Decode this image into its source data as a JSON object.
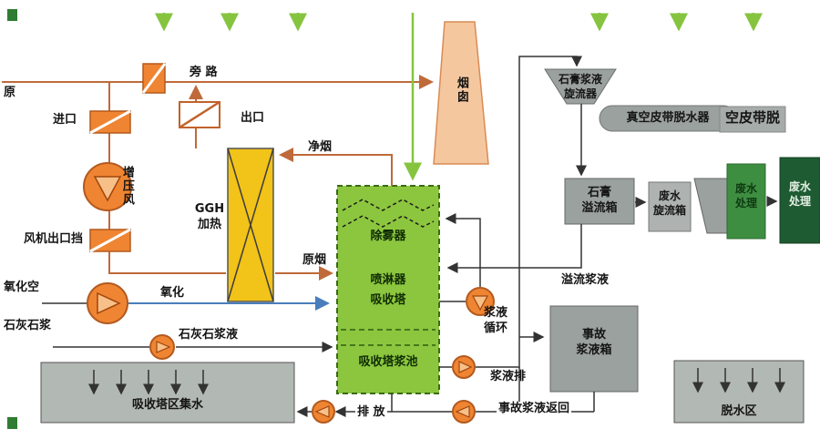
{
  "labels": {
    "raw_gas": "原",
    "inlet": "进口",
    "bypass": "旁 路",
    "outlet": "出口",
    "booster_fan": "增压风",
    "fan_outlet_damper": "风机出口挡",
    "ggh": "GGH\n加热",
    "clean_flue": "净烟",
    "chimney": "烟囱",
    "raw_flue": "原烟",
    "oxidation_air": "氧化空",
    "oxidation": "氧化",
    "limestone_slurry": "石灰石浆",
    "limestone_slurry_line": "石灰石浆液",
    "demister": "除雾器",
    "sprayer": "喷淋器",
    "absorber": "吸收塔",
    "absorber_pool": "吸收塔浆池",
    "collection_area": "吸收塔区集水",
    "discharge": "排 放",
    "slurry_circulation": "浆液\n循环",
    "slurry_discharge": "浆液排",
    "gypsum_cyclone": "石膏浆液\n旋流器",
    "vacuum_belt": "真空皮带脱水器",
    "belt_overlap": "空皮带脱",
    "gypsum_overflow_tank": "石膏\n溢流箱",
    "wastewater_cyclone": "废水\n旋流箱",
    "wastewater_treatment": "废水\n处理",
    "wastewater_treatment_2": "废水\n处理",
    "overflow_slurry": "溢流浆液",
    "emergency_tank": "事故\n浆液箱",
    "emergency_return": "事故浆液返回",
    "dewatering_area": "脱水区"
  },
  "colors": {
    "gas_line": "#bf6a3a",
    "fresh_air_green": "#86c440",
    "oxidation_blue": "#4a7ebb",
    "slurry_black": "#333333",
    "equipment_orange": "#ef8532",
    "ggh_yellow": "#f2c318",
    "tower_green": "#8cc63e",
    "chimney_peach": "#f5c79e",
    "box_gray": "#9aa19f",
    "treatment_green": "#3e8e41",
    "treatment_dark_green": "#1e5b32"
  }
}
